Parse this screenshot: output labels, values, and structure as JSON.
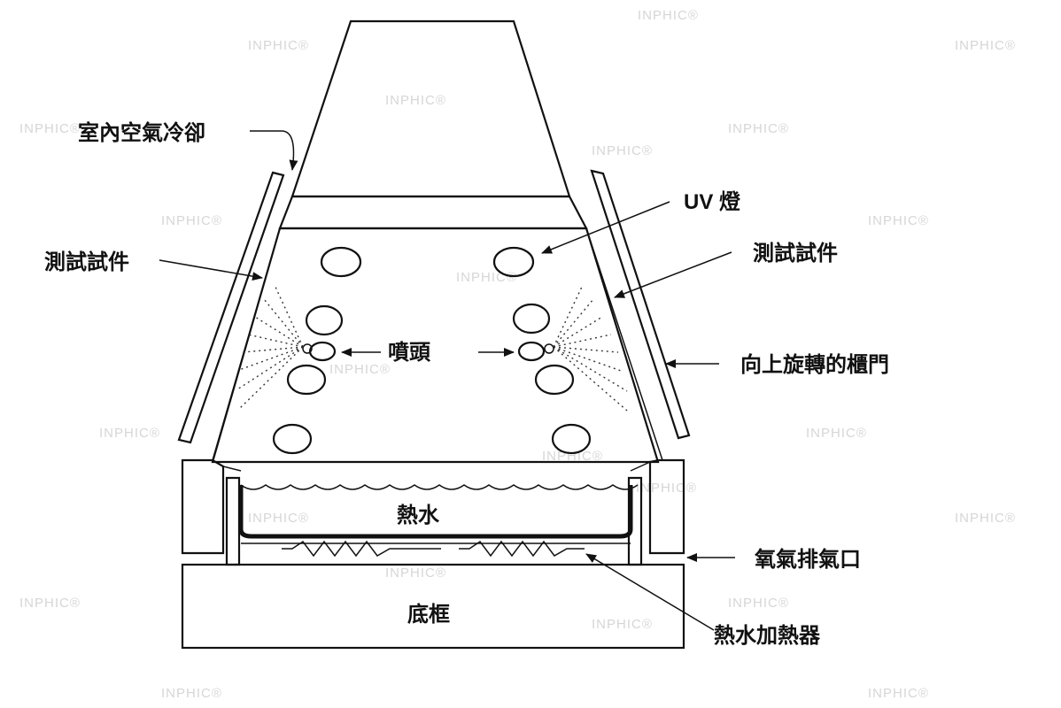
{
  "labels": {
    "room_air_cooling": "室內空氣冷卻",
    "uv_lamp": "UV 燈",
    "test_specimen_left": "測試試件",
    "test_specimen_right": "測試試件",
    "nozzle": "噴頭",
    "upward_rotating_door": "向上旋轉的櫃門",
    "hot_water": "熱水",
    "oxygen_exhaust": "氧氣排氣口",
    "base_frame": "底框",
    "water_heater": "熱水加熱器"
  },
  "watermark": "INPHIC®"
}
